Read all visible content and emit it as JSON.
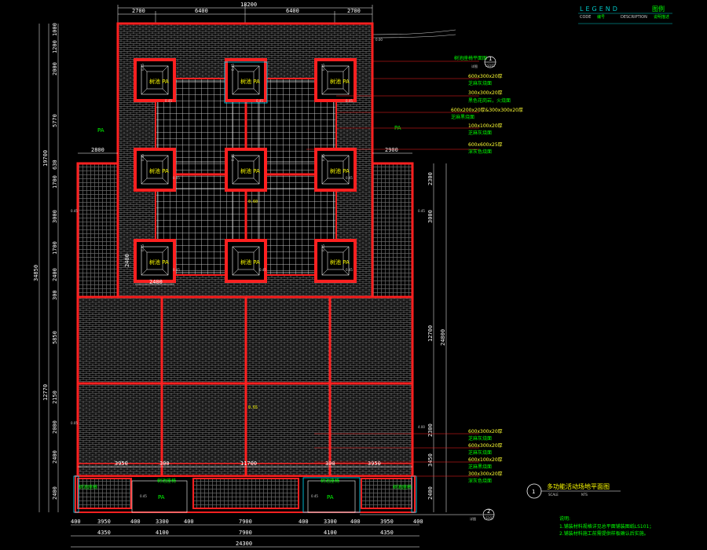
{
  "legend": {
    "title": "LEGEND",
    "title_cn": "图例",
    "code": "CODE",
    "code_cn": "编号",
    "description": "DESCRIPTION",
    "description_cn": "说明描述"
  },
  "top_dims": {
    "total": "18200",
    "segments": [
      "2700",
      "6400",
      "6400",
      "2700"
    ]
  },
  "bottom_dims": {
    "row1": [
      "400",
      "3950",
      "400",
      "3300",
      "400",
      "7900",
      "400",
      "3300",
      "400",
      "3950",
      "400"
    ],
    "row2": [
      "4350",
      "4100",
      "7900",
      "4100",
      "4350"
    ],
    "total": "24300"
  },
  "left_dims": {
    "outer_total": "34850",
    "upper_total": "19700",
    "lower_total": "12770",
    "segments": [
      "1000",
      "1200",
      "2000",
      "5770",
      "630",
      "1700",
      "3000",
      "1700",
      "2400",
      "300",
      "5850",
      "2150",
      "2000",
      "2400",
      "2400"
    ]
  },
  "right_dims": {
    "outer_total": "24800",
    "middle": "12700",
    "segments": [
      "2300",
      "3000",
      "2300",
      "3450",
      "2400"
    ]
  },
  "inner_dims": {
    "upper_left": "2800",
    "upper_right": "2900",
    "planter_h": "2400",
    "planter_w": "2400",
    "lower_segs": [
      "3950",
      "300",
      "11700",
      "300",
      "3950"
    ]
  },
  "labels": {
    "pa": "PA",
    "planter": "树池 PA",
    "levels": [
      "0.45",
      "0.45",
      "0.45",
      "0.45",
      "0.45",
      "0.45",
      "0.45",
      "0.60",
      "0.45",
      "0.45",
      "0.45",
      "0.45",
      "0.45",
      "0.45",
      "0.45",
      "0.45",
      "0.65",
      "0.45",
      "0.45",
      "0.45",
      "0.45",
      "0.45"
    ]
  },
  "right_notes": [
    "树池座椅平面图",
    "600x300x20厚",
    "芝麻灰烧面",
    "300x300x20厚",
    "黑色花岗岩，火烧面",
    "600x200x20厚&300x300x20厚",
    "芝麻黑烧面",
    "100x100x20厚",
    "芝麻灰烧面",
    "600x600x25厚",
    "深灰色烧面"
  ],
  "lower_notes": [
    "600x300x20厚",
    "芝麻灰烧面",
    "600x300x20厚",
    "芝麻灰烧面",
    "600x100x20厚",
    "芝麻黑烧面",
    "300x300x20厚",
    "深灰色烧面"
  ],
  "callouts": [
    {
      "num": "1",
      "ref": "详图",
      "sheet": "LS102"
    },
    {
      "num": "2",
      "ref": "详图",
      "sheet": "LS102"
    }
  ],
  "title_block": {
    "num": "1",
    "title": "多功能活动场地平面图",
    "scale_label": "SCALE",
    "ntd": "NTS"
  },
  "notes": {
    "heading": "说明:",
    "items": [
      "1.铺装材料规格详见总平面铺装图纸LS101；",
      "2.铺装材料施工前需提供样板确认后实施。"
    ]
  },
  "small_tags": [
    "0.05",
    "0.00",
    "4.00"
  ]
}
